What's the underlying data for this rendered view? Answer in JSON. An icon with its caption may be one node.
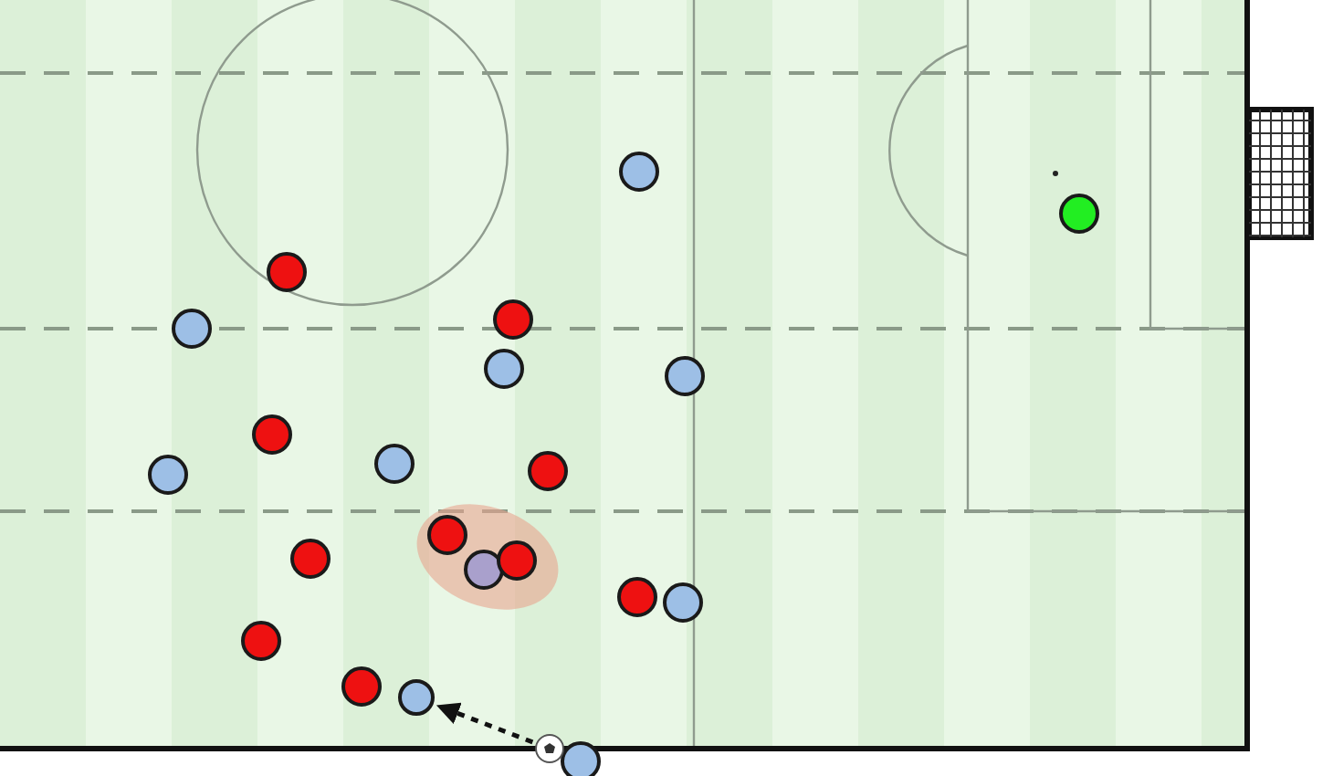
{
  "diagram": {
    "nodes": [
      {
        "text": [],
        "shape": "circle"
      },
      {
        "text": [],
        "shape": "circle"
      }
    ],
    "edges": [
      {
        "from": 0,
        "to": 1,
        "arrow": "to",
        "style": "dashed"
      }
    ]
  }
}
